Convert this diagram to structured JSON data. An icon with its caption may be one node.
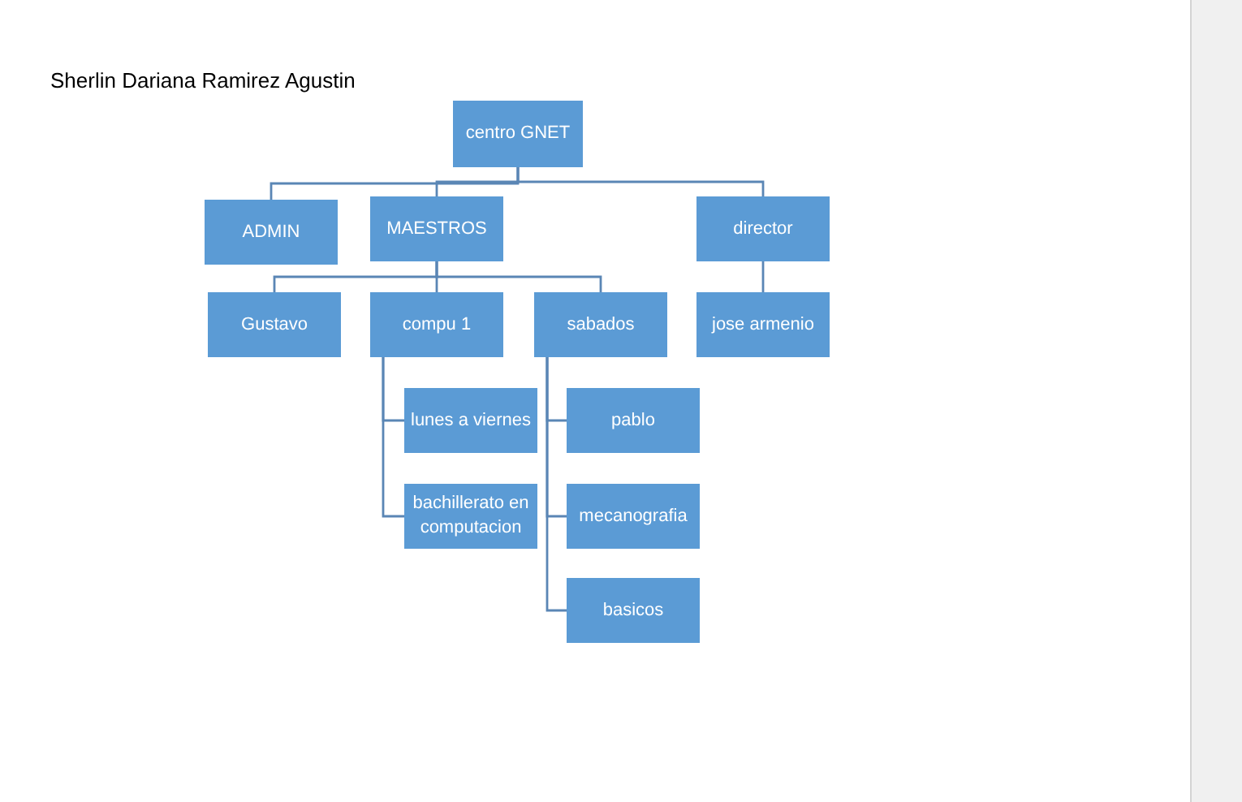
{
  "diagram": {
    "title": "Sherlin Dariana Ramirez Agustin",
    "nodes": [
      {
        "text": [
          "centro GNET"
        ]
      },
      {
        "text": [
          "ADMIN"
        ]
      },
      {
        "text": [
          "MAESTROS"
        ]
      },
      {
        "text": [
          "director"
        ]
      },
      {
        "text": [
          "Gustavo"
        ]
      },
      {
        "text": [
          "compu 1"
        ]
      },
      {
        "text": [
          "sabados"
        ]
      },
      {
        "text": [
          "jose armenio"
        ]
      },
      {
        "text": [
          "lunes a viernes"
        ]
      },
      {
        "text": [
          "bachillerato en computacion"
        ]
      },
      {
        "text": [
          "pablo"
        ]
      },
      {
        "text": [
          "mecanografia"
        ]
      },
      {
        "text": [
          "basicos"
        ]
      }
    ],
    "edges": [
      {
        "from": 0,
        "to": 1,
        "arrow": "none"
      },
      {
        "from": 0,
        "to": 2,
        "arrow": "none"
      },
      {
        "from": 0,
        "to": 3,
        "arrow": "none"
      },
      {
        "from": 2,
        "to": 4,
        "arrow": "none"
      },
      {
        "from": 2,
        "to": 5,
        "arrow": "none"
      },
      {
        "from": 2,
        "to": 6,
        "arrow": "none"
      },
      {
        "from": 3,
        "to": 7,
        "arrow": "none"
      },
      {
        "from": 5,
        "to": 8,
        "arrow": "none"
      },
      {
        "from": 5,
        "to": 9,
        "arrow": "none"
      },
      {
        "from": 6,
        "to": 10,
        "arrow": "none"
      },
      {
        "from": 6,
        "to": 11,
        "arrow": "none"
      },
      {
        "from": 6,
        "to": 12,
        "arrow": "none"
      }
    ]
  }
}
